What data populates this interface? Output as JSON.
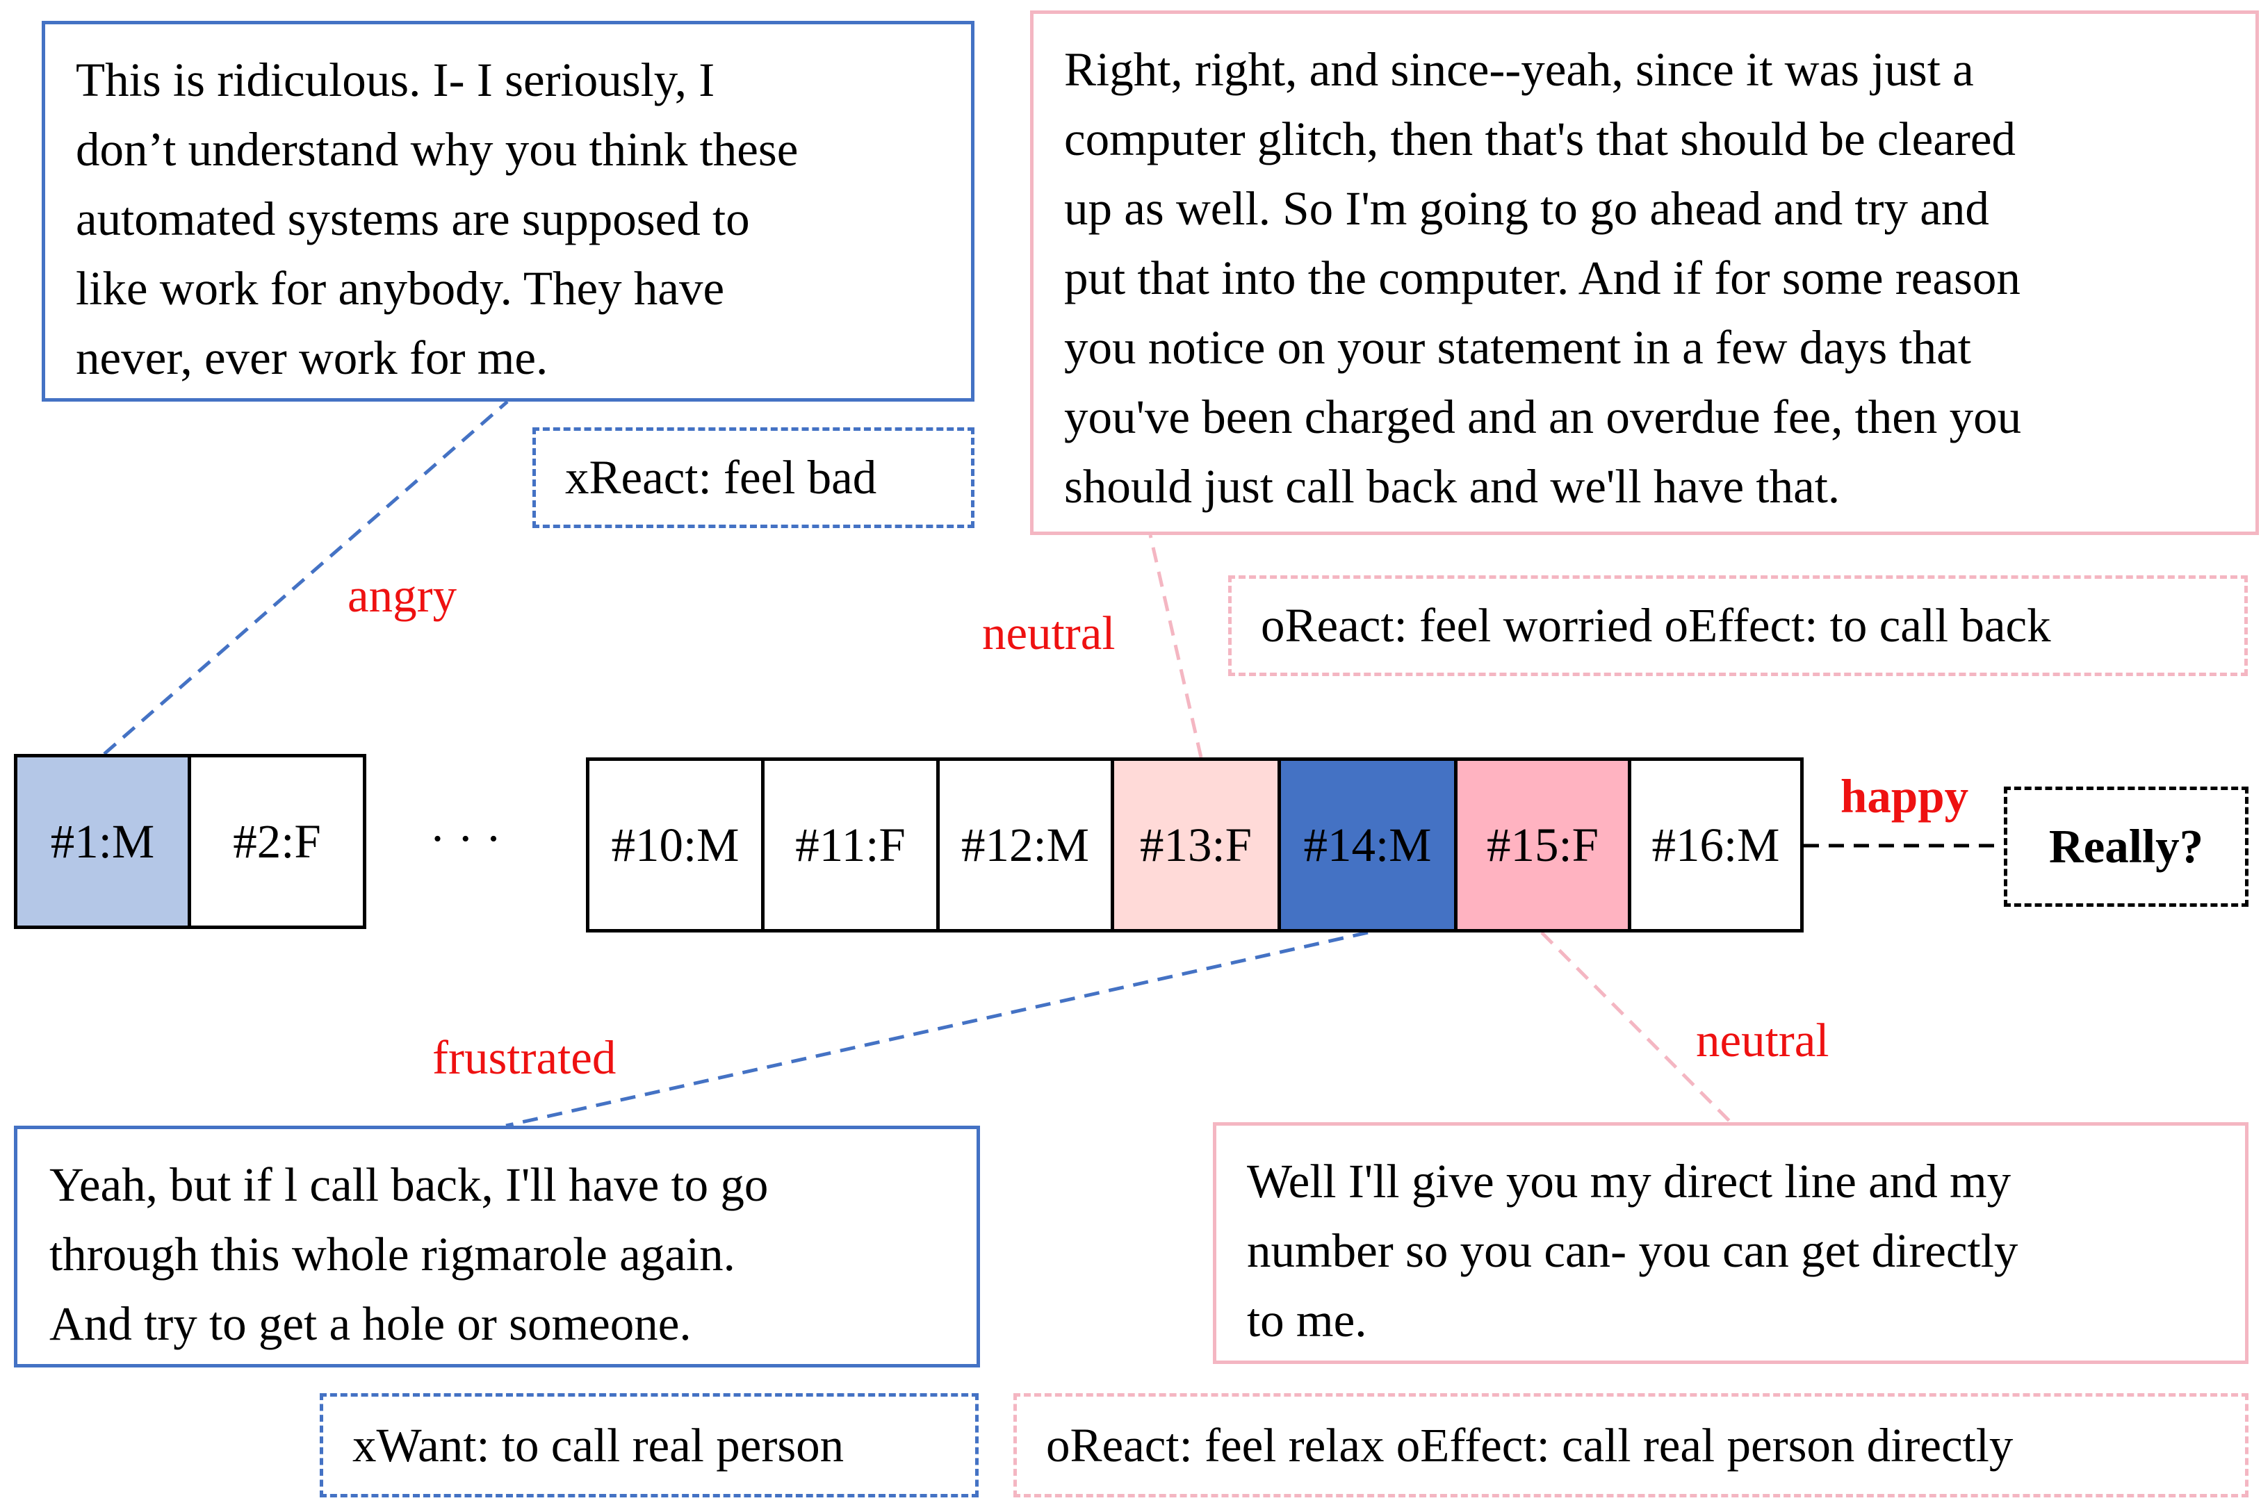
{
  "colors": {
    "male_blue": "#4472c4",
    "male_light": "#b4c7e7",
    "female_pink": "#ffb3c1",
    "female_light": "#ffdad8",
    "female_line": "#f4b6c2",
    "emotion_red": "#ee1111"
  },
  "utterances": {
    "u1": [
      "This is ridiculous. I- I seriously, I",
      "don’t understand why you think these",
      "automated systems are supposed to",
      "like work for anybody. They have",
      "never, ever work for me."
    ],
    "u13": [
      "Right, right, and since--yeah, since it was just a",
      "computer glitch, then that's that should be cleared",
      "up as well. So I'm going to go ahead and try and",
      "put that into the computer. And if for some reason",
      "you notice on your statement in a few days that",
      "you've been charged and an overdue fee, then you",
      "should just call back and we'll have that."
    ],
    "u14": [
      "Yeah, but if l call back, I'll have to go",
      "through this whole rigmarole again.",
      "And try to get a hole or someone."
    ],
    "u15": [
      "Well I'll give you my direct line and my",
      "number so you can- you can get directly",
      "to me."
    ]
  },
  "knowledge": {
    "k1": "xReact: feel bad",
    "k13": "oReact: feel worried oEffect: to call back",
    "k14": "xWant: to call real person",
    "k15": "oReact: feel relax oEffect: call real person directly"
  },
  "emotions": {
    "e1": "angry",
    "e13": "neutral",
    "e14": "frustrated",
    "e15": "neutral",
    "e16": "happy"
  },
  "turns": {
    "t1": "#1:M",
    "t2": "#2:F",
    "ellipsis": "· · ·",
    "t10": "#10:M",
    "t11": "#11:F",
    "t12": "#12:M",
    "t13": "#13:F",
    "t14": "#14:M",
    "t15": "#15:F",
    "t16": "#16:M"
  },
  "response": "Really?"
}
